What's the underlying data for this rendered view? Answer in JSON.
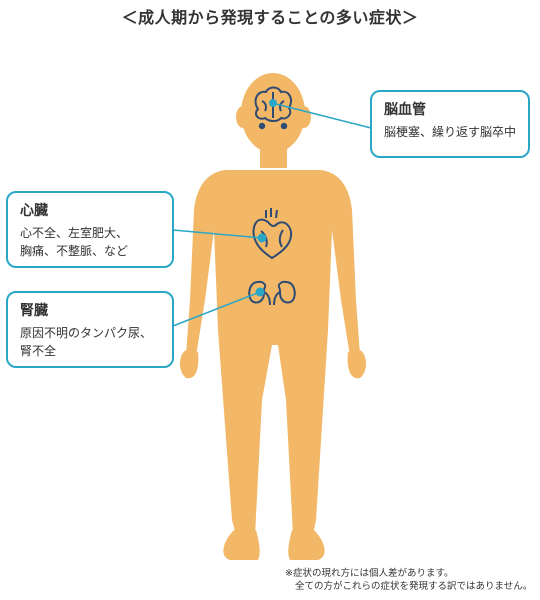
{
  "title": "＜成人期から発現することの多い症状＞",
  "colors": {
    "skin": "#f2b867",
    "skin_dark": "#e8a550",
    "accent": "#2aa7c6",
    "organ_line": "#2f4b73",
    "text": "#333333"
  },
  "callouts": [
    {
      "heading": "脳血管",
      "body": "脳梗塞、繰り返す脳卒中",
      "organ": "brain-icon"
    },
    {
      "heading": "心臓",
      "body": "心不全、左室肥大、\n胸痛、不整脈、など",
      "organ": "heart-icon"
    },
    {
      "heading": "腎臓",
      "body": "原因不明のタンパク尿、\n腎不全",
      "organ": "kidney-icon"
    }
  ],
  "note": {
    "line1": "※症状の現れ方には個人差があります。",
    "line2": "全ての方がこれらの症状を発現する訳ではありません。"
  }
}
